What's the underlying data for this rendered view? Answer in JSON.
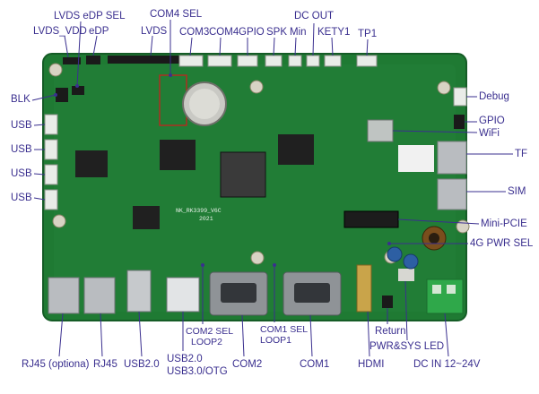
{
  "colors": {
    "label": "#3a2f8f",
    "leader": "#3a2f8f",
    "pcb": "#1f7a33",
    "pcb_dark": "#155c26",
    "port_metal": "#b9bcc0",
    "connector_white": "#e9ece8",
    "terminal_green": "#2fa84a",
    "highlight_box": "#d01c1c"
  },
  "labels": {
    "lvds_edp_sel": "LVDS eDP SEL",
    "com4_sel": "COM4 SEL",
    "dc_out": "DC OUT",
    "lvds_vdd": "LVDS_VDD",
    "edp": "eDP",
    "lvds": "LVDS",
    "com3": "COM3",
    "com4": "COM4",
    "gpio_top": "GPIO",
    "spk": "SPK",
    "min": "Min",
    "kety1": "KETY1",
    "tp1": "TP1",
    "blk": "BLK",
    "usb1": "USB",
    "usb2": "USB",
    "usb3": "USB",
    "usb4": "USB",
    "debug": "Debug",
    "gpio_right": "GPIO",
    "wifi": "WiFi",
    "tf": "TF",
    "sim": "SIM",
    "mini_pcie": "Mini-PCIE",
    "g4_pwr_sel": "4G PWR SEL",
    "rj45_optional": "RJ45 (optiona)",
    "rj45": "RJ45",
    "usb20_single": "USB2.0",
    "usb20_otg_1": "USB2.0",
    "usb20_otg_2": "USB3.0/OTG",
    "com2_sel_1": "COM2 SEL",
    "com2_sel_2": "LOOP2",
    "com1_sel_1": "COM1 SEL",
    "com1_sel_2": "LOOP1",
    "com2": "COM2",
    "com1": "COM1",
    "hdmi": "HDMI",
    "return": "Return",
    "pwr_sys_led": "PWR&SYS LED",
    "dc_in": "DC IN 12~24V"
  },
  "board_silk": {
    "model": "NK_RK3399_V6C",
    "year": "2021"
  }
}
